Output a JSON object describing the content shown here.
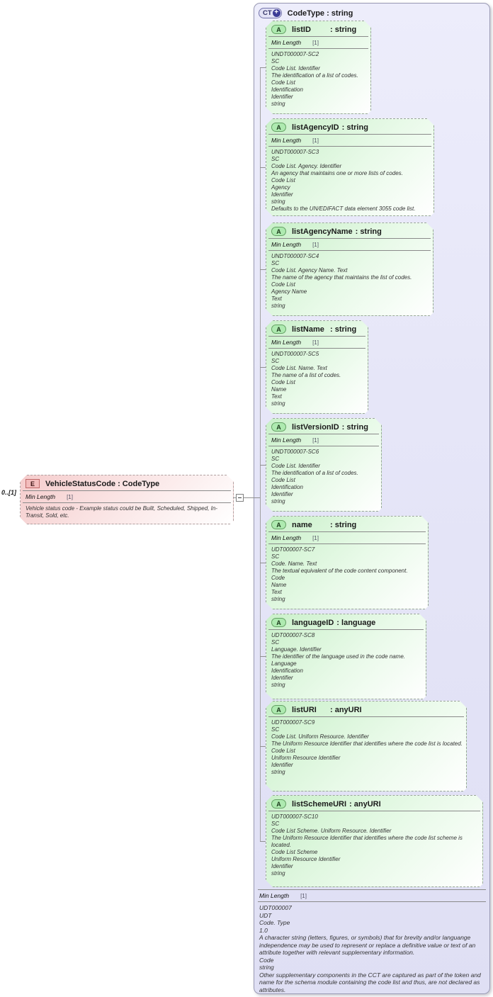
{
  "page": {
    "cardinality": "0..[1]"
  },
  "element": {
    "badge": "E",
    "title": "VehicleStatusCode : CodeType",
    "facet_name": "Min Length",
    "facet_cardinality": "[1]",
    "description": "Vehicle status code - Example status could be Built, Scheduled, Shipped, In-Transit, Sold, etc."
  },
  "code_type": {
    "badge": "CT",
    "badge_expand": "+",
    "title": "CodeType : string",
    "attributes": [
      {
        "badge": "A",
        "name": "listID",
        "type_label": ": string",
        "facet_name": "Min Length",
        "facet_cardinality": "[1]",
        "details": [
          "UNDT000007-SC2",
          "SC",
          "Code List. Identifier",
          "The identification of a list of codes.",
          "Code List",
          "Identification",
          "Identifier",
          "string"
        ]
      },
      {
        "badge": "A",
        "name": "listAgencyID",
        "type_label": ": string",
        "facet_name": "Min Length",
        "facet_cardinality": "[1]",
        "details": [
          "UNDT000007-SC3",
          "SC",
          "Code List. Agency. Identifier",
          "An agency that maintains one or more lists of codes.",
          "Code List",
          "Agency",
          "Identifier",
          "string",
          "Defaults to the UN/EDIFACT data element 3055 code list."
        ]
      },
      {
        "badge": "A",
        "name": "listAgencyName",
        "type_label": ": string",
        "facet_name": "Min Length",
        "facet_cardinality": "[1]",
        "details": [
          "UNDT000007-SC4",
          "SC",
          "Code List. Agency Name. Text",
          "The name of the agency that maintains the list of codes.",
          "Code List",
          "Agency Name",
          "Text",
          "string"
        ]
      },
      {
        "badge": "A",
        "name": "listName",
        "type_label": ": string",
        "facet_name": "Min Length",
        "facet_cardinality": "[1]",
        "details": [
          "UNDT000007-SC5",
          "SC",
          "Code List. Name. Text",
          "The name of a list of codes.",
          "Code List",
          "Name",
          "Text",
          "string"
        ]
      },
      {
        "badge": "A",
        "name": "listVersionID",
        "type_label": ": string",
        "facet_name": "Min Length",
        "facet_cardinality": "[1]",
        "details": [
          "UNDT000007-SC6",
          "SC",
          "Code List. Identifier",
          "The identification of a list of codes.",
          "Code List",
          "Identification",
          "Identifier",
          "string"
        ]
      },
      {
        "badge": "A",
        "name": "name",
        "type_label": ": string",
        "facet_name": "Min Length",
        "facet_cardinality": "[1]",
        "details": [
          "UDT000007-SC7",
          "SC",
          "Code. Name. Text",
          "The textual equivalent of the code content component.",
          "Code",
          "Name",
          "Text",
          "string"
        ]
      },
      {
        "badge": "A",
        "name": "languageID",
        "type_label": ": language",
        "details": [
          "UDT000007-SC8",
          "SC",
          "Language. Identifier",
          "The identifier of the language used in the code name.",
          "Language",
          "Identification",
          "Identifier",
          "string"
        ]
      },
      {
        "badge": "A",
        "name": "listURI",
        "type_label": ": anyURI",
        "details": [
          "UDT000007-SC9",
          "SC",
          "Code List. Uniform Resource. Identifier",
          "The Uniform Resource Identifier that identifies where the code list is located.",
          "Code List",
          "Uniform Resource Identifier",
          "Identifier",
          "string"
        ]
      },
      {
        "badge": "A",
        "name": "listSchemeURI",
        "type_label": ": anyURI",
        "details": [
          "UDT000007-SC10",
          "SC",
          "Code List Scheme. Uniform Resource. Identifier",
          "The Uniform Resource Identifier that identifies where the code list scheme is located.",
          "Code List Scheme",
          "Uniform Resource Identifier",
          "Identifier",
          "string"
        ]
      }
    ],
    "footer": {
      "facet_name": "Min Length",
      "facet_cardinality": "[1]",
      "details": [
        "UDT000007",
        "UDT",
        "Code. Type",
        "1.0",
        "A character string (letters, figures, or symbols) that for brevity and/or languange independence may be used to represent or replace a definitive value or text of an attribute together with relevant supplementary information.",
        "Code",
        "string",
        "Other supplementary components in the CCT are captured as part of the token and name for the schema module containing the code list and thus, are not declared as attributes."
      ]
    }
  }
}
